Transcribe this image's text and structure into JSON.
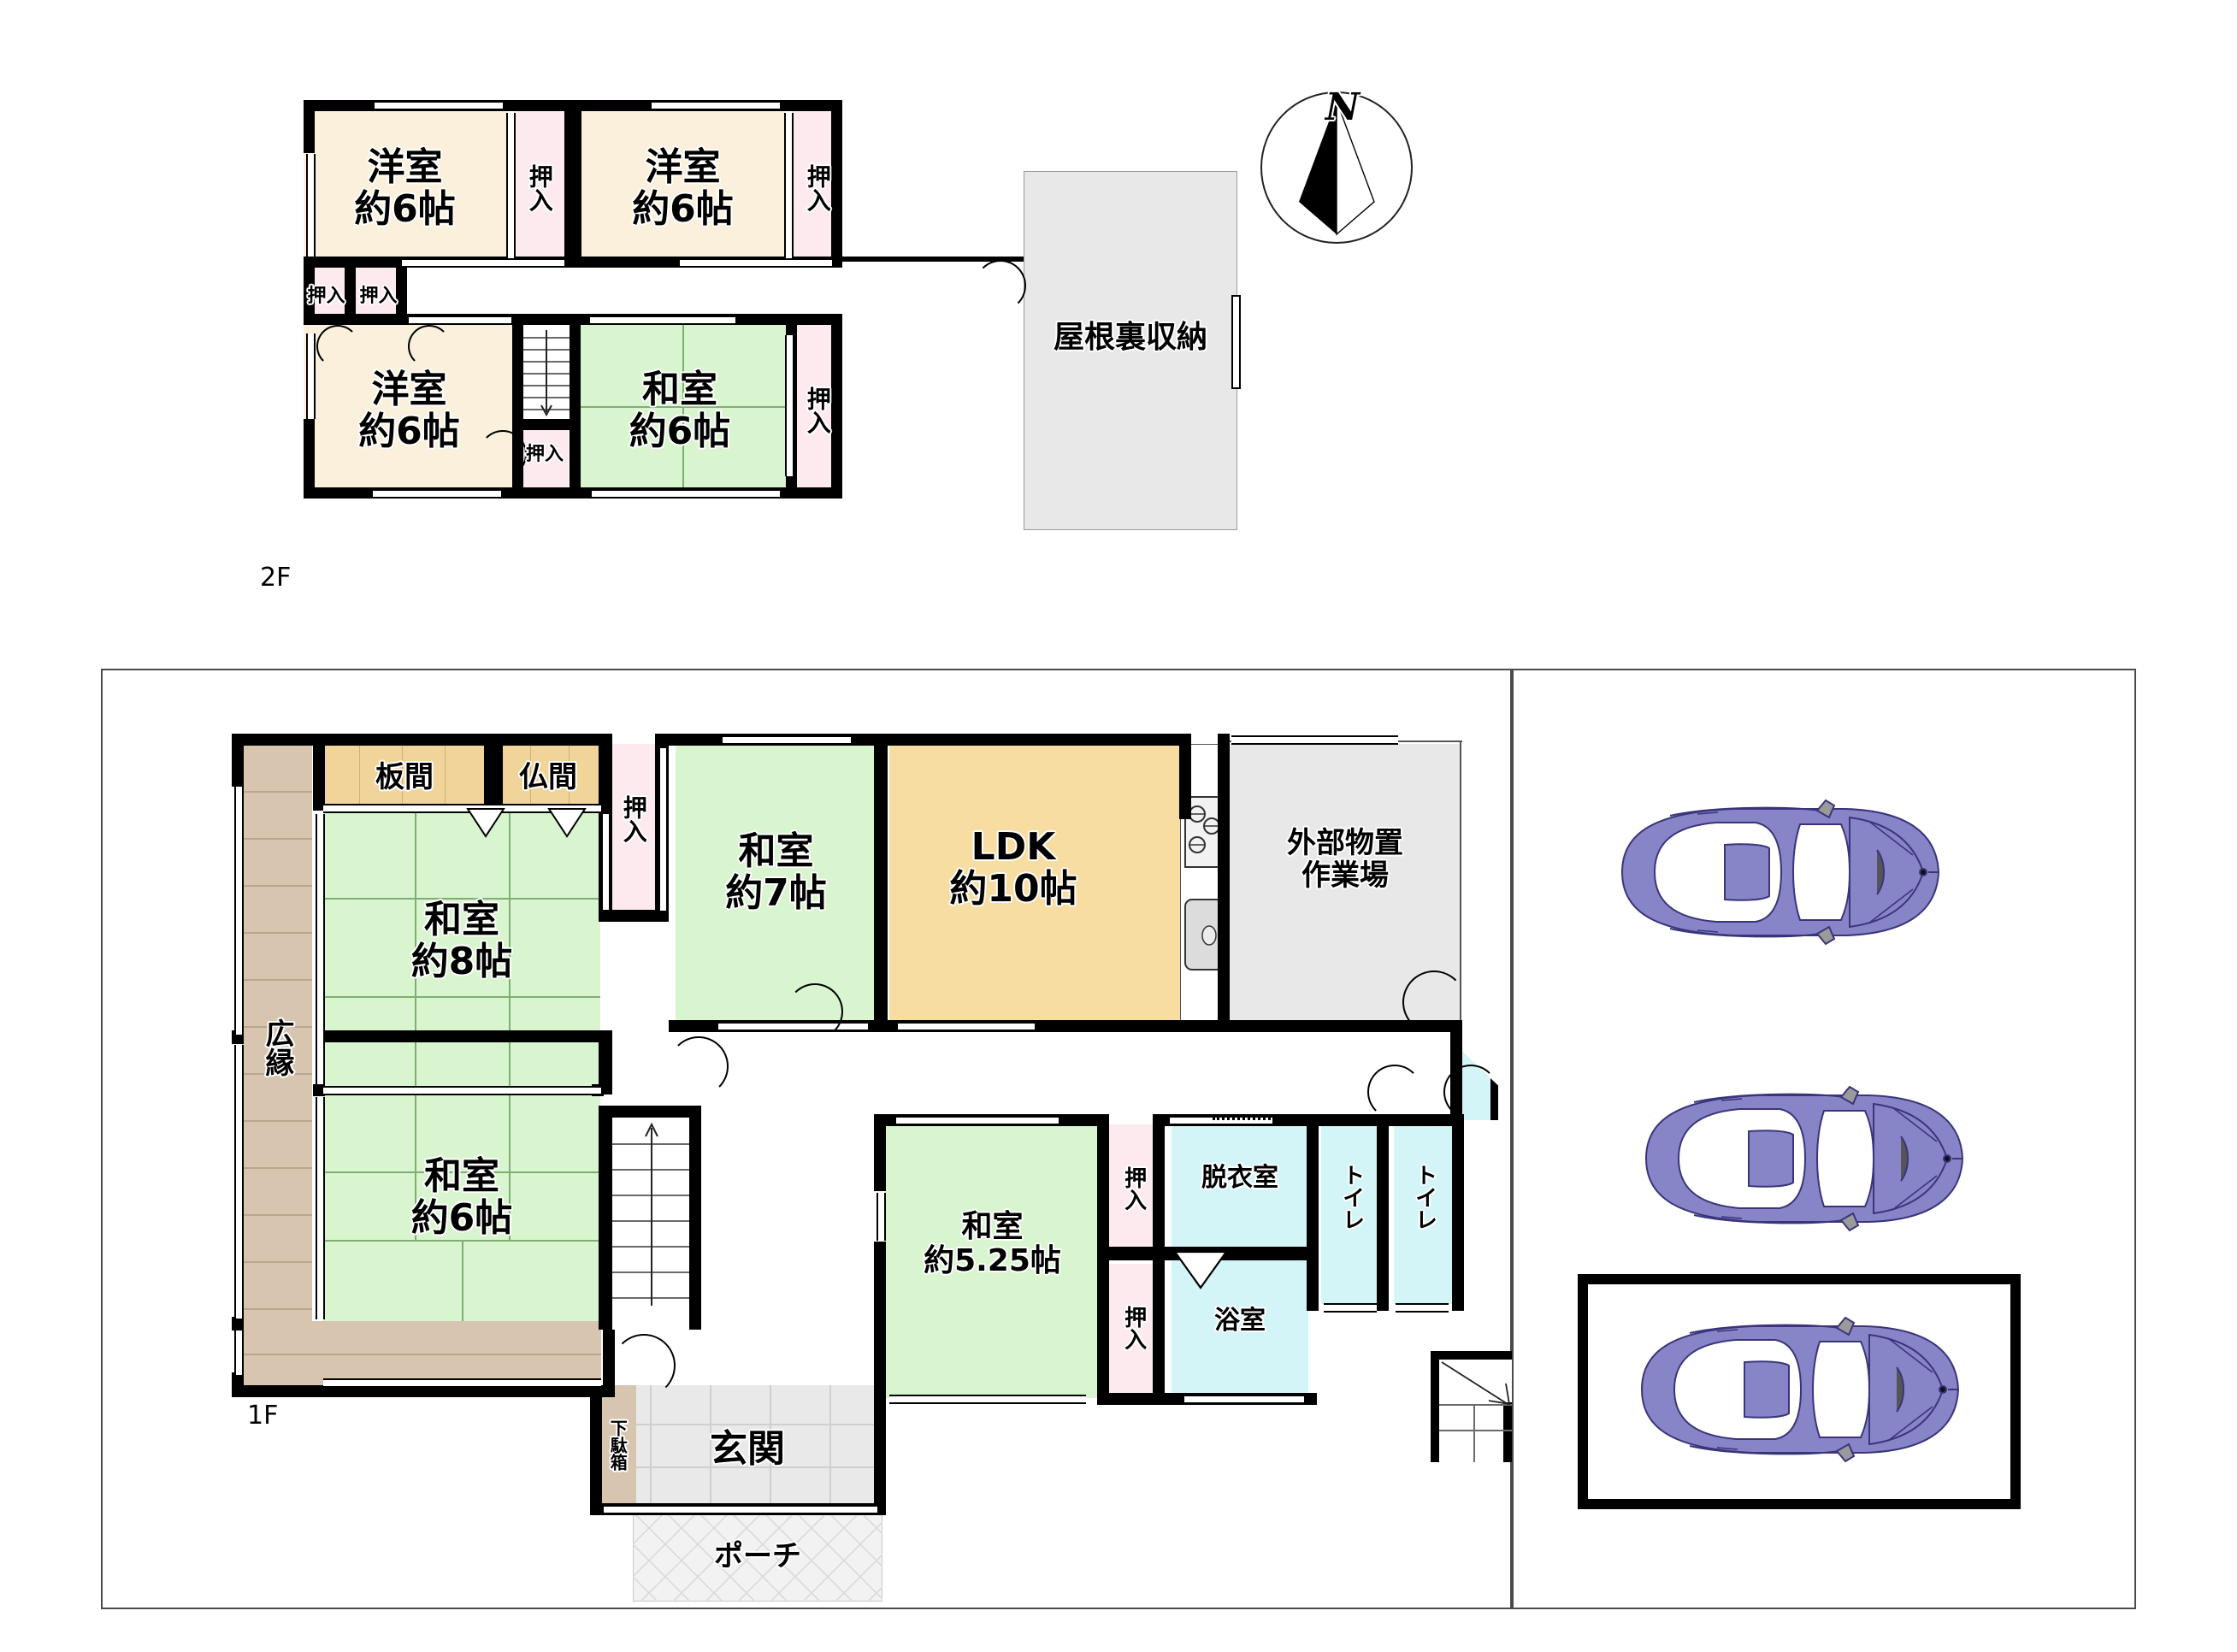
{
  "floors": {
    "second": {
      "tag": "2F"
    },
    "first": {
      "tag": "1F"
    }
  },
  "compass": {
    "label": "N",
    "name": "north-arrow"
  },
  "second_floor_rooms": [
    {
      "id": "f2-you-nw",
      "label": "洋室\n約6帖",
      "type": "western"
    },
    {
      "id": "f2-you-ne",
      "label": "洋室\n約6帖",
      "type": "western"
    },
    {
      "id": "f2-you-sw",
      "label": "洋室\n約6帖",
      "type": "western"
    },
    {
      "id": "f2-wa-se",
      "label": "和室\n約6帖",
      "type": "tatami"
    },
    {
      "id": "f2-attic",
      "label": "屋根裏収納",
      "type": "storage"
    }
  ],
  "second_floor_closets": [
    {
      "id": "f2-oshi-1",
      "label": "押入"
    },
    {
      "id": "f2-oshi-2",
      "label": "押入"
    },
    {
      "id": "f2-oshi-3",
      "label": "押入"
    },
    {
      "id": "f2-oshi-4",
      "label": "押入"
    },
    {
      "id": "f2-oshi-5",
      "label": "押入"
    },
    {
      "id": "f2-oshi-6",
      "label": "押入"
    }
  ],
  "first_floor_rooms": [
    {
      "id": "f1-hiroen",
      "label": "広縁",
      "type": "veranda"
    },
    {
      "id": "f1-itama",
      "label": "板間",
      "type": "board"
    },
    {
      "id": "f1-butsuma",
      "label": "仏間",
      "type": "altar"
    },
    {
      "id": "f1-wa8",
      "label": "和室\n約8帖",
      "type": "tatami"
    },
    {
      "id": "f1-wa6",
      "label": "和室\n約6帖",
      "type": "tatami"
    },
    {
      "id": "f1-wa7",
      "label": "和室\n約7帖",
      "type": "tatami"
    },
    {
      "id": "f1-ldk",
      "label": "LDK\n約10帖",
      "type": "ldk"
    },
    {
      "id": "f1-soto",
      "label": "外部物置\n作業場",
      "type": "storage"
    },
    {
      "id": "f1-wa525",
      "label": "和室\n約5.25帖",
      "type": "tatami"
    },
    {
      "id": "f1-datsui",
      "label": "脱衣室",
      "type": "wet"
    },
    {
      "id": "f1-yokushitsu",
      "label": "浴室",
      "type": "wet"
    },
    {
      "id": "f1-toilet-1",
      "label": "トイレ",
      "type": "wet"
    },
    {
      "id": "f1-toilet-2",
      "label": "トイレ",
      "type": "wet"
    },
    {
      "id": "f1-genkan",
      "label": "玄関",
      "type": "entry"
    },
    {
      "id": "f1-porch",
      "label": "ポーチ",
      "type": "porch"
    },
    {
      "id": "f1-getabako",
      "label": "下駄箱",
      "type": "shoe-cabinet"
    }
  ],
  "first_floor_closets": [
    {
      "id": "f1-oshi-1",
      "label": "押入"
    },
    {
      "id": "f1-oshi-2",
      "label": "押入"
    },
    {
      "id": "f1-oshi-3",
      "label": "押入"
    }
  ],
  "parking": {
    "name": "parking-area",
    "cars": [
      {
        "id": "car-1",
        "covered": false
      },
      {
        "id": "car-2",
        "covered": false
      },
      {
        "id": "car-3",
        "covered": true
      }
    ]
  },
  "fixtures": [
    {
      "id": "kitchen-stove",
      "name": "stove-icon"
    },
    {
      "id": "kitchen-sink",
      "name": "sink-icon"
    }
  ],
  "colors": {
    "western_room": "#faf0dc",
    "tatami_room": "#d8f5cf",
    "closet": "#fdeaee",
    "ldk": "#f8dda2",
    "storage": "#e8e8e8",
    "veranda": "#d7c5b0",
    "board_room": "#f0d49a",
    "wet_room": "#d4f5f7",
    "car": "#8884c8",
    "wall": "#000000"
  }
}
